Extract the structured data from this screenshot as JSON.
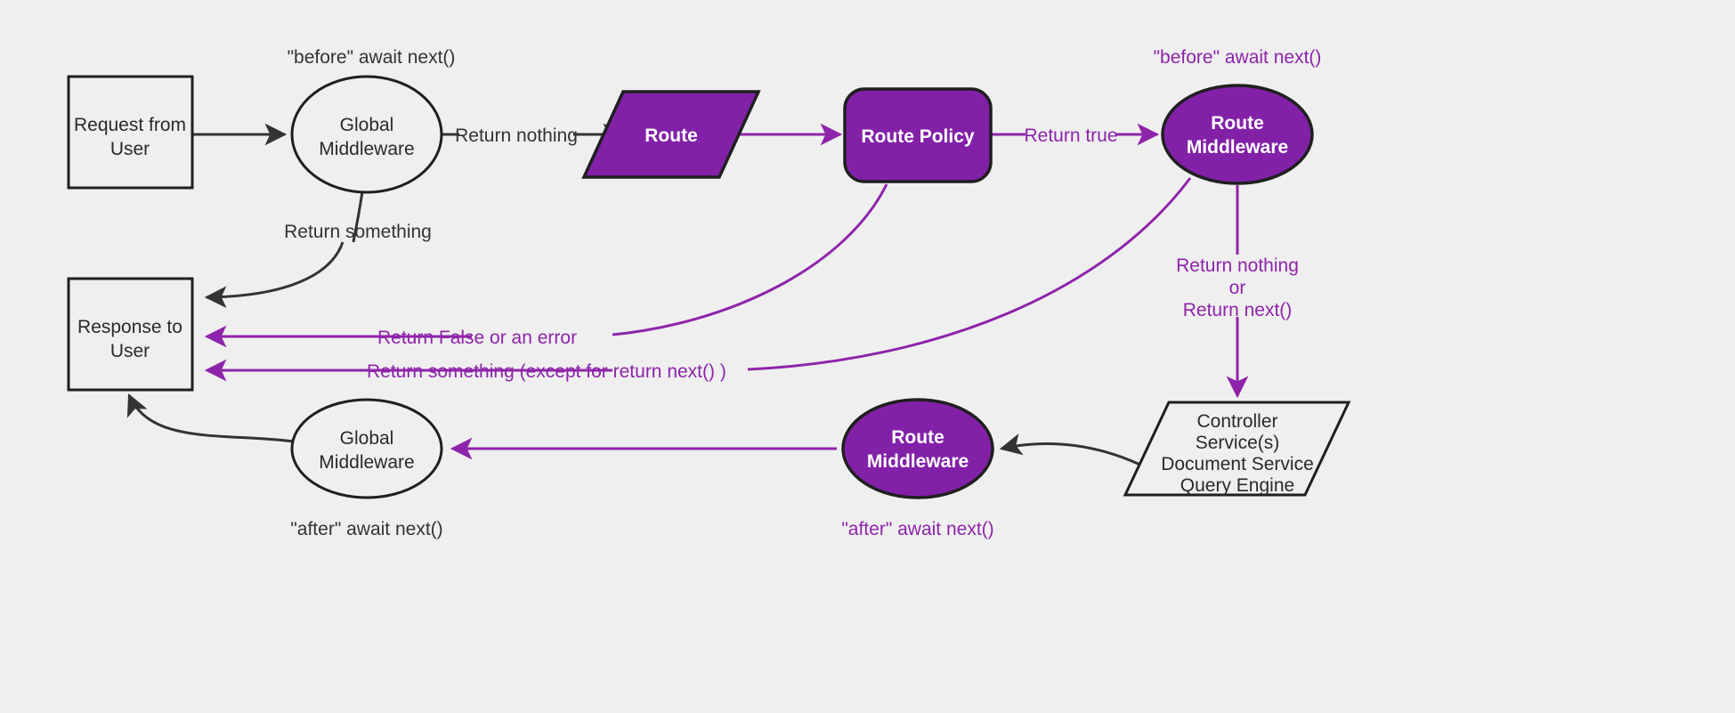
{
  "diagram": {
    "background_color": "#efefef",
    "accent_color": "#8e24aa",
    "node_fill_purple": "#8221a8",
    "stroke_color": "#1f1f1f",
    "nodes": {
      "request": {
        "line1": "Request from",
        "line2": "User"
      },
      "global_middleware_top": {
        "line1": "Global",
        "line2": "Middleware"
      },
      "route": {
        "label": "Route"
      },
      "route_policy": {
        "label": "Route Policy"
      },
      "route_middleware_top": {
        "line1": "Route",
        "line2": "Middleware"
      },
      "response": {
        "line1": "Response to",
        "line2": "User"
      },
      "global_middleware_bottom": {
        "line1": "Global",
        "line2": "Middleware"
      },
      "route_middleware_bottom": {
        "line1": "Route",
        "line2": "Middleware"
      },
      "controller": {
        "line1": "Controller",
        "line2": "Service(s)",
        "line3": "Document Service",
        "line4": "Query Engine"
      }
    },
    "annotations": {
      "before_await_next_global": "\"before\" await next()",
      "before_await_next_route": "\"before\" await next()",
      "after_await_next_global": "\"after\" await next()",
      "after_await_next_route": "\"after\" await next()"
    },
    "edge_labels": {
      "return_nothing": "Return nothing",
      "return_something": "Return something",
      "return_true": "Return true",
      "return_false_or_error": "Return False or an error",
      "return_something_except": "Return something (except for return next() )",
      "return_nothing_or_next_1": "Return nothing",
      "return_nothing_or_next_2": "or",
      "return_nothing_or_next_3": "Return next()"
    }
  }
}
